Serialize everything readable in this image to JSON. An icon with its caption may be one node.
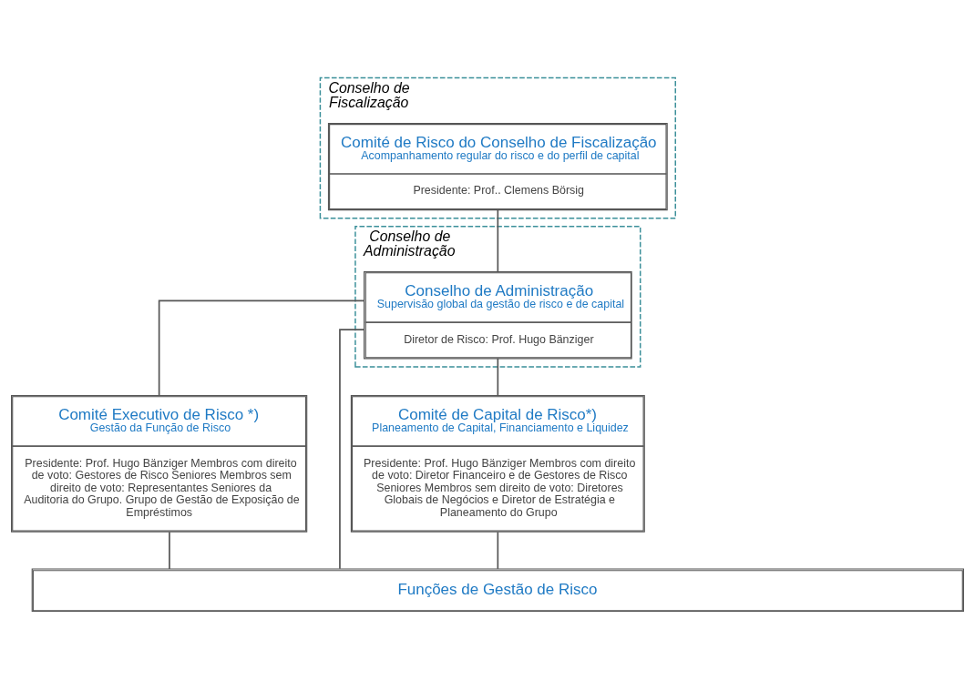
{
  "diagram": {
    "nodes": [
      {
        "text": [
          "Conselho de Fiscalização"
        ]
      },
      {
        "text": [
          "Comité de Risco do Conselho de Fiscalização",
          "Acompanhamento regular do risco e do perfil de capital",
          "Presidente: Prof.. Clemens Börsig"
        ],
        "in": 0
      },
      {
        "text": [
          "Conselho de Administração"
        ]
      },
      {
        "text": [
          "Conselho de Administração",
          "Supervisão global da gestão de risco e de capital",
          "Diretor de Risco: Prof. Hugo Bänziger"
        ],
        "in": 2
      },
      {
        "text": [
          "Comité Executivo de Risco *)",
          "Gestão da Função de Risco",
          "Presidente: Prof. Hugo Bänziger Membros com direito de voto: Gestores de Risco Seniores Membros sem direito de voto: Representantes Seniores da Auditoria do Grupo. Grupo de Gestão de Exposição de Empréstimos"
        ]
      },
      {
        "text": [
          "Comité de Capital de Risco*)",
          "Planeamento de Capital, Financiamento e Liquidez",
          "Presidente: Prof. Hugo Bänziger Membros com direito de voto: Diretor Financeiro e de Gestores de Risco Seniores Membros sem direito de voto: Diretores Globais de Negócios e Diretor de Estratégia e Planeamento do Grupo"
        ]
      },
      {
        "text": [
          "Funções de Gestão de Risco"
        ]
      }
    ],
    "edges": [
      {
        "from": 1,
        "to": 3,
        "arrow": "none"
      },
      {
        "from": 3,
        "to": 4,
        "arrow": "none"
      },
      {
        "from": 3,
        "to": 6,
        "arrow": "none"
      },
      {
        "from": 3,
        "to": 5,
        "arrow": "none"
      },
      {
        "from": 4,
        "to": 6,
        "arrow": "none"
      },
      {
        "from": 5,
        "to": 6,
        "arrow": "none"
      }
    ]
  }
}
